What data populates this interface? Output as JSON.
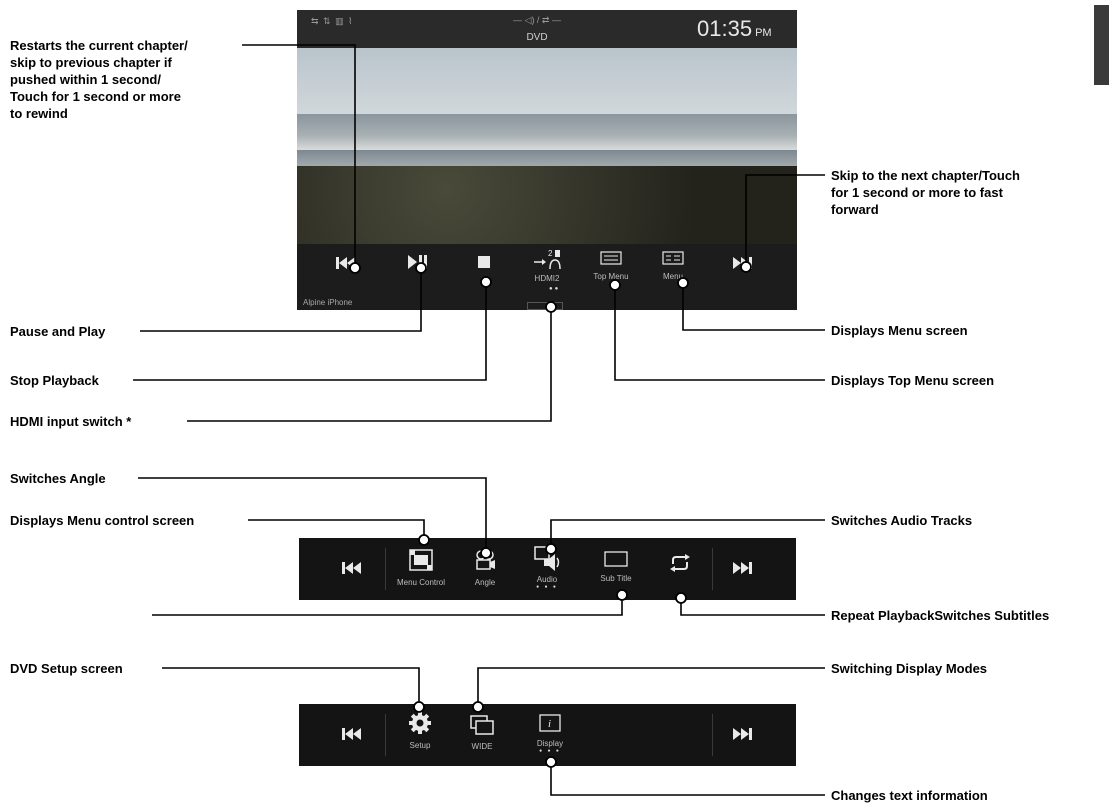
{
  "screen": {
    "status_icons": "⇆ ⇅ ▥ ⌇",
    "status_center": "— ◁) / ⇄ —",
    "source_label": "DVD",
    "time": "01:35",
    "ampm": "PM",
    "footer_text": "Alpine iPhone",
    "controls": {
      "hdmi_label": "HDMI2",
      "hdmi_number": "2",
      "top_menu_label": "Top Menu",
      "menu_label": "Menu"
    }
  },
  "bar2": {
    "menu_control_label": "Menu Control",
    "angle_label": "Angle",
    "audio_label": "Audio",
    "subtitle_label": "Sub Title"
  },
  "bar3": {
    "setup_label": "Setup",
    "wide_label": "WIDE",
    "display_label": "Display"
  },
  "callouts": {
    "prev_chapter": "Restarts the current chapter/\nskip to previous chapter if\npushed within 1 second/\nTouch for 1 second or more\nto rewind",
    "next_chapter": "Skip to the next chapter/Touch\nfor 1 second or more to fast\nforward",
    "pause_play": "Pause and Play",
    "stop": "Stop Playback",
    "hdmi": "HDMI input switch *",
    "menu_screen": "Displays Menu screen",
    "top_menu_screen": "Displays Top Menu screen",
    "angle": "Switches Angle",
    "menu_control": "Displays Menu control screen",
    "audio": "Switches Audio Tracks",
    "repeat_subtitles": "Repeat PlaybackSwitches Subtitles",
    "dvd_setup": "DVD Setup screen",
    "display_modes": "Switching Display Modes",
    "text_info": "Changes text information"
  }
}
